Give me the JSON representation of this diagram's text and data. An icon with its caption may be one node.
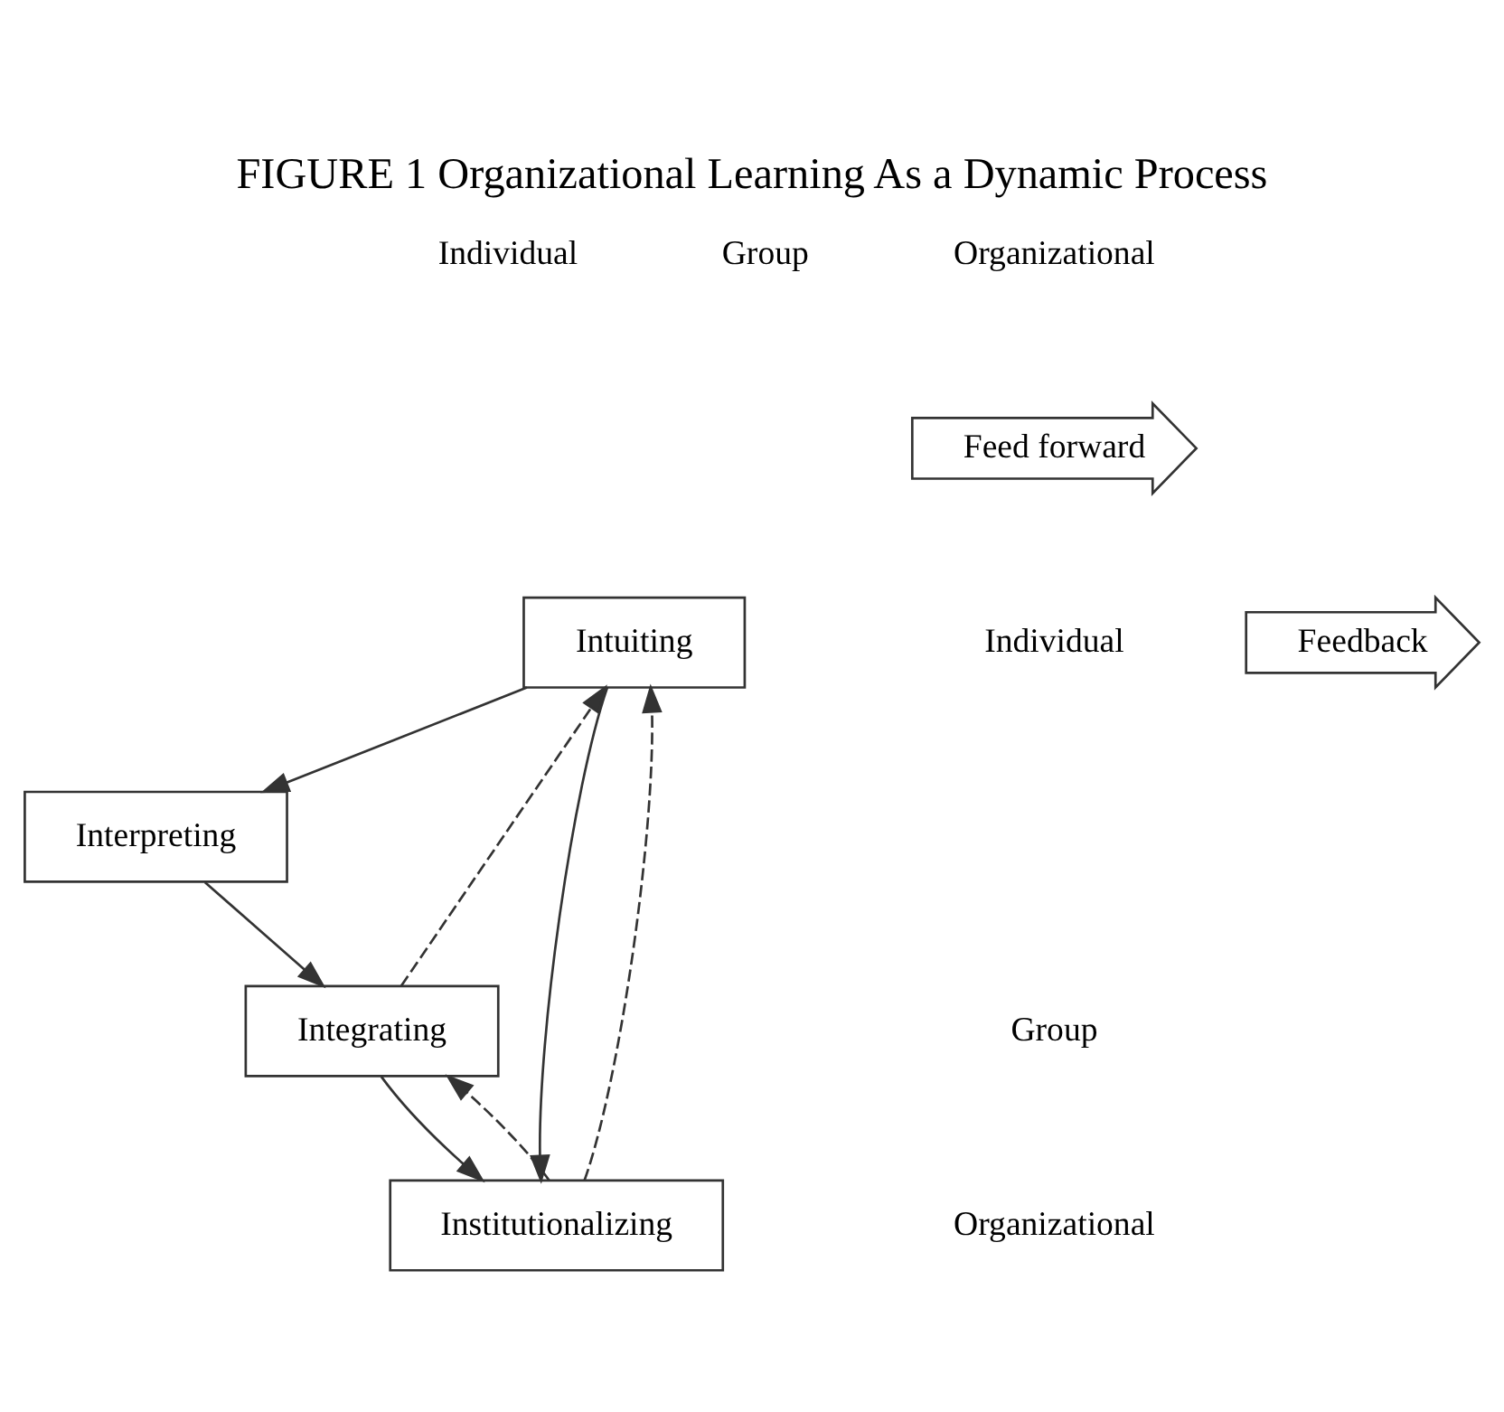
{
  "diagram": {
    "title": "FIGURE 1 Organizational Learning As a Dynamic Process",
    "nodes": [
      {
        "text": [
          "Intuiting"
        ]
      },
      {
        "text": [
          "Interpreting"
        ]
      },
      {
        "text": [
          "Integrating"
        ]
      },
      {
        "text": [
          "Institutionalizing"
        ]
      },
      {
        "text": [
          "Feed forward"
        ]
      },
      {
        "text": [
          "Feedback"
        ]
      }
    ],
    "edges": [
      {
        "from": 0,
        "to": 1,
        "arrow": "to"
      },
      {
        "from": 1,
        "to": 2,
        "arrow": "to"
      },
      {
        "from": 2,
        "to": 3,
        "arrow": "to"
      },
      {
        "from": 0,
        "to": 3,
        "arrow": "to"
      },
      {
        "from": 3,
        "to": 0,
        "arrow": "to",
        "style": "dashed"
      },
      {
        "from": 3,
        "to": 2,
        "arrow": "to",
        "style": "dashed"
      },
      {
        "from": 2,
        "to": 0,
        "arrow": "to",
        "style": "dashed"
      }
    ],
    "labels": [
      "Individual",
      "Group",
      "Organizational",
      "Individual",
      "Group",
      "Organizational"
    ]
  }
}
